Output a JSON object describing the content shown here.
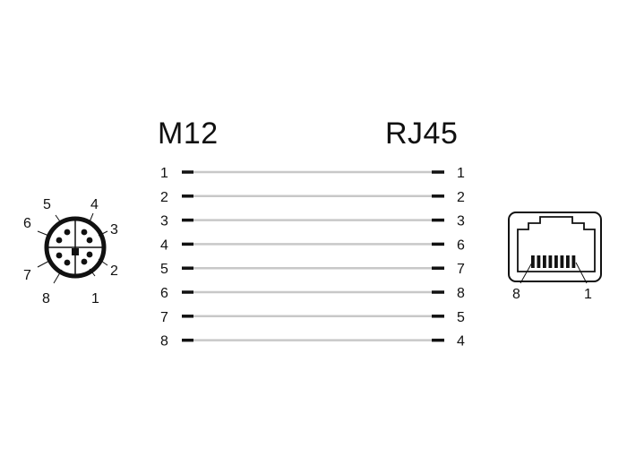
{
  "titles": {
    "left": "M12",
    "right": "RJ45"
  },
  "wiring": [
    {
      "m12": "1",
      "rj45": "1"
    },
    {
      "m12": "2",
      "rj45": "2"
    },
    {
      "m12": "3",
      "rj45": "3"
    },
    {
      "m12": "4",
      "rj45": "6"
    },
    {
      "m12": "5",
      "rj45": "7"
    },
    {
      "m12": "6",
      "rj45": "8"
    },
    {
      "m12": "7",
      "rj45": "5"
    },
    {
      "m12": "8",
      "rj45": "4"
    }
  ],
  "m12_connector": {
    "pin_labels": [
      "1",
      "2",
      "3",
      "4",
      "5",
      "6",
      "7",
      "8"
    ]
  },
  "rj45_jack": {
    "left_pin_label": "8",
    "right_pin_label": "1"
  },
  "colors": {
    "wire": "#c8c8c8",
    "ink": "#111111"
  }
}
